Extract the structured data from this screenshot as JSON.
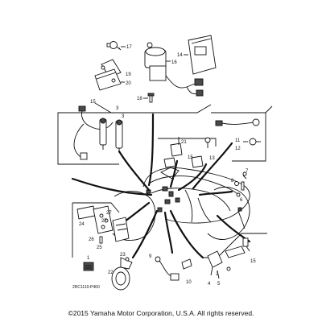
{
  "diagram": {
    "code": "2RC1110-P460",
    "copyright": "©2015 Yamaha Motor Corporation, U.S.A. All rights reserved.",
    "callouts": {
      "c17": "17",
      "c16": "16",
      "c14": "14",
      "c20": "20",
      "c19": "19",
      "c18": "18",
      "c15a": "15",
      "c3a": "3",
      "c3b": "3",
      "c21": "21",
      "c15b": "15",
      "c13": "13",
      "c11": "11",
      "c12": "12",
      "c8": "8",
      "c7": "7",
      "c6": "6",
      "c24": "24",
      "c27a": "27",
      "c27b": "27",
      "c26": "26",
      "c25": "25",
      "c1": "1",
      "c9": "9",
      "c15c": "15",
      "c23": "23",
      "c22": "22",
      "c10": "10",
      "c4": "4",
      "c5": "5",
      "c2": "2"
    }
  }
}
